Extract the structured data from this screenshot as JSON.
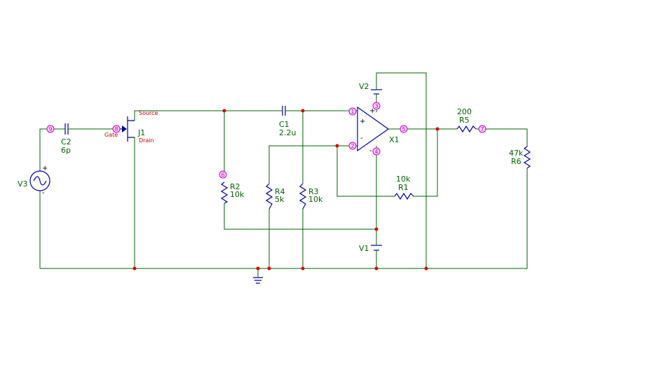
{
  "components": {
    "V3": {
      "name": "V3"
    },
    "C2": {
      "name": "C2",
      "value": "6p"
    },
    "J1": {
      "name": "J1",
      "pin_gate": "Gate",
      "pin_source": "Source",
      "pin_drain": "Drain"
    },
    "C1": {
      "name": "C1",
      "value": "2.2u"
    },
    "R2": {
      "name": "R2",
      "value": "10k"
    },
    "R4": {
      "name": "R4",
      "value": "5k"
    },
    "R3": {
      "name": "R3",
      "value": "10k"
    },
    "X1": {
      "name": "X1"
    },
    "V2": {
      "name": "V2"
    },
    "V1": {
      "name": "V1"
    },
    "R1": {
      "name": "R1",
      "value": "10k"
    },
    "R5": {
      "name": "R5",
      "value": "200"
    },
    "R6": {
      "name": "R6",
      "value": "47k"
    }
  },
  "nodes": {
    "n9": "9",
    "n8": "8",
    "n6": "6",
    "n1": "1",
    "n2": "2",
    "n3": "3",
    "n4": "4",
    "n5": "5",
    "n7": "7"
  },
  "symbols": {
    "plus": "+",
    "minus": "-"
  },
  "colors": {
    "wire": "#006400",
    "component": "#0000a0",
    "junction": "#dd0000",
    "node_marker": "#cc00cc",
    "pin_label": "#cc0000"
  }
}
